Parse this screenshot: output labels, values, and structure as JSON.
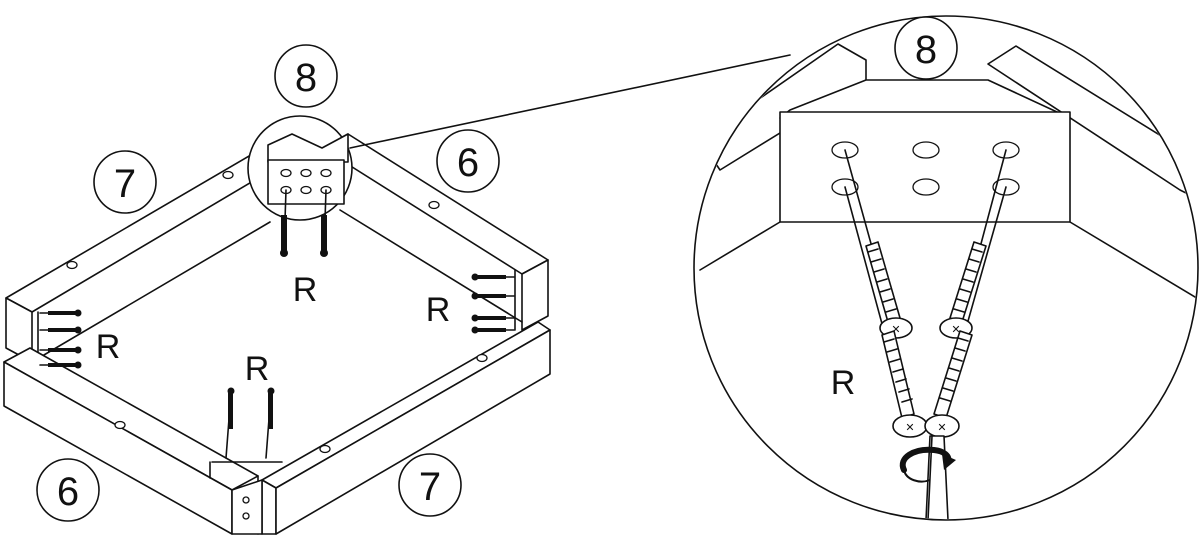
{
  "diagram": {
    "parts": {
      "p8_main": "8",
      "p7_top_left": "7",
      "p6_top_right": "6",
      "p6_bottom_left": "6",
      "p7_bottom_right": "7",
      "p8_detail": "8"
    },
    "screws": {
      "r_top": "R",
      "r_left": "R",
      "r_right": "R",
      "r_front": "R",
      "r_detail": "R"
    },
    "icons": [
      "screw-icon",
      "rotate-arrow-icon",
      "screwdriver-icon",
      "magnifier-callout"
    ]
  }
}
